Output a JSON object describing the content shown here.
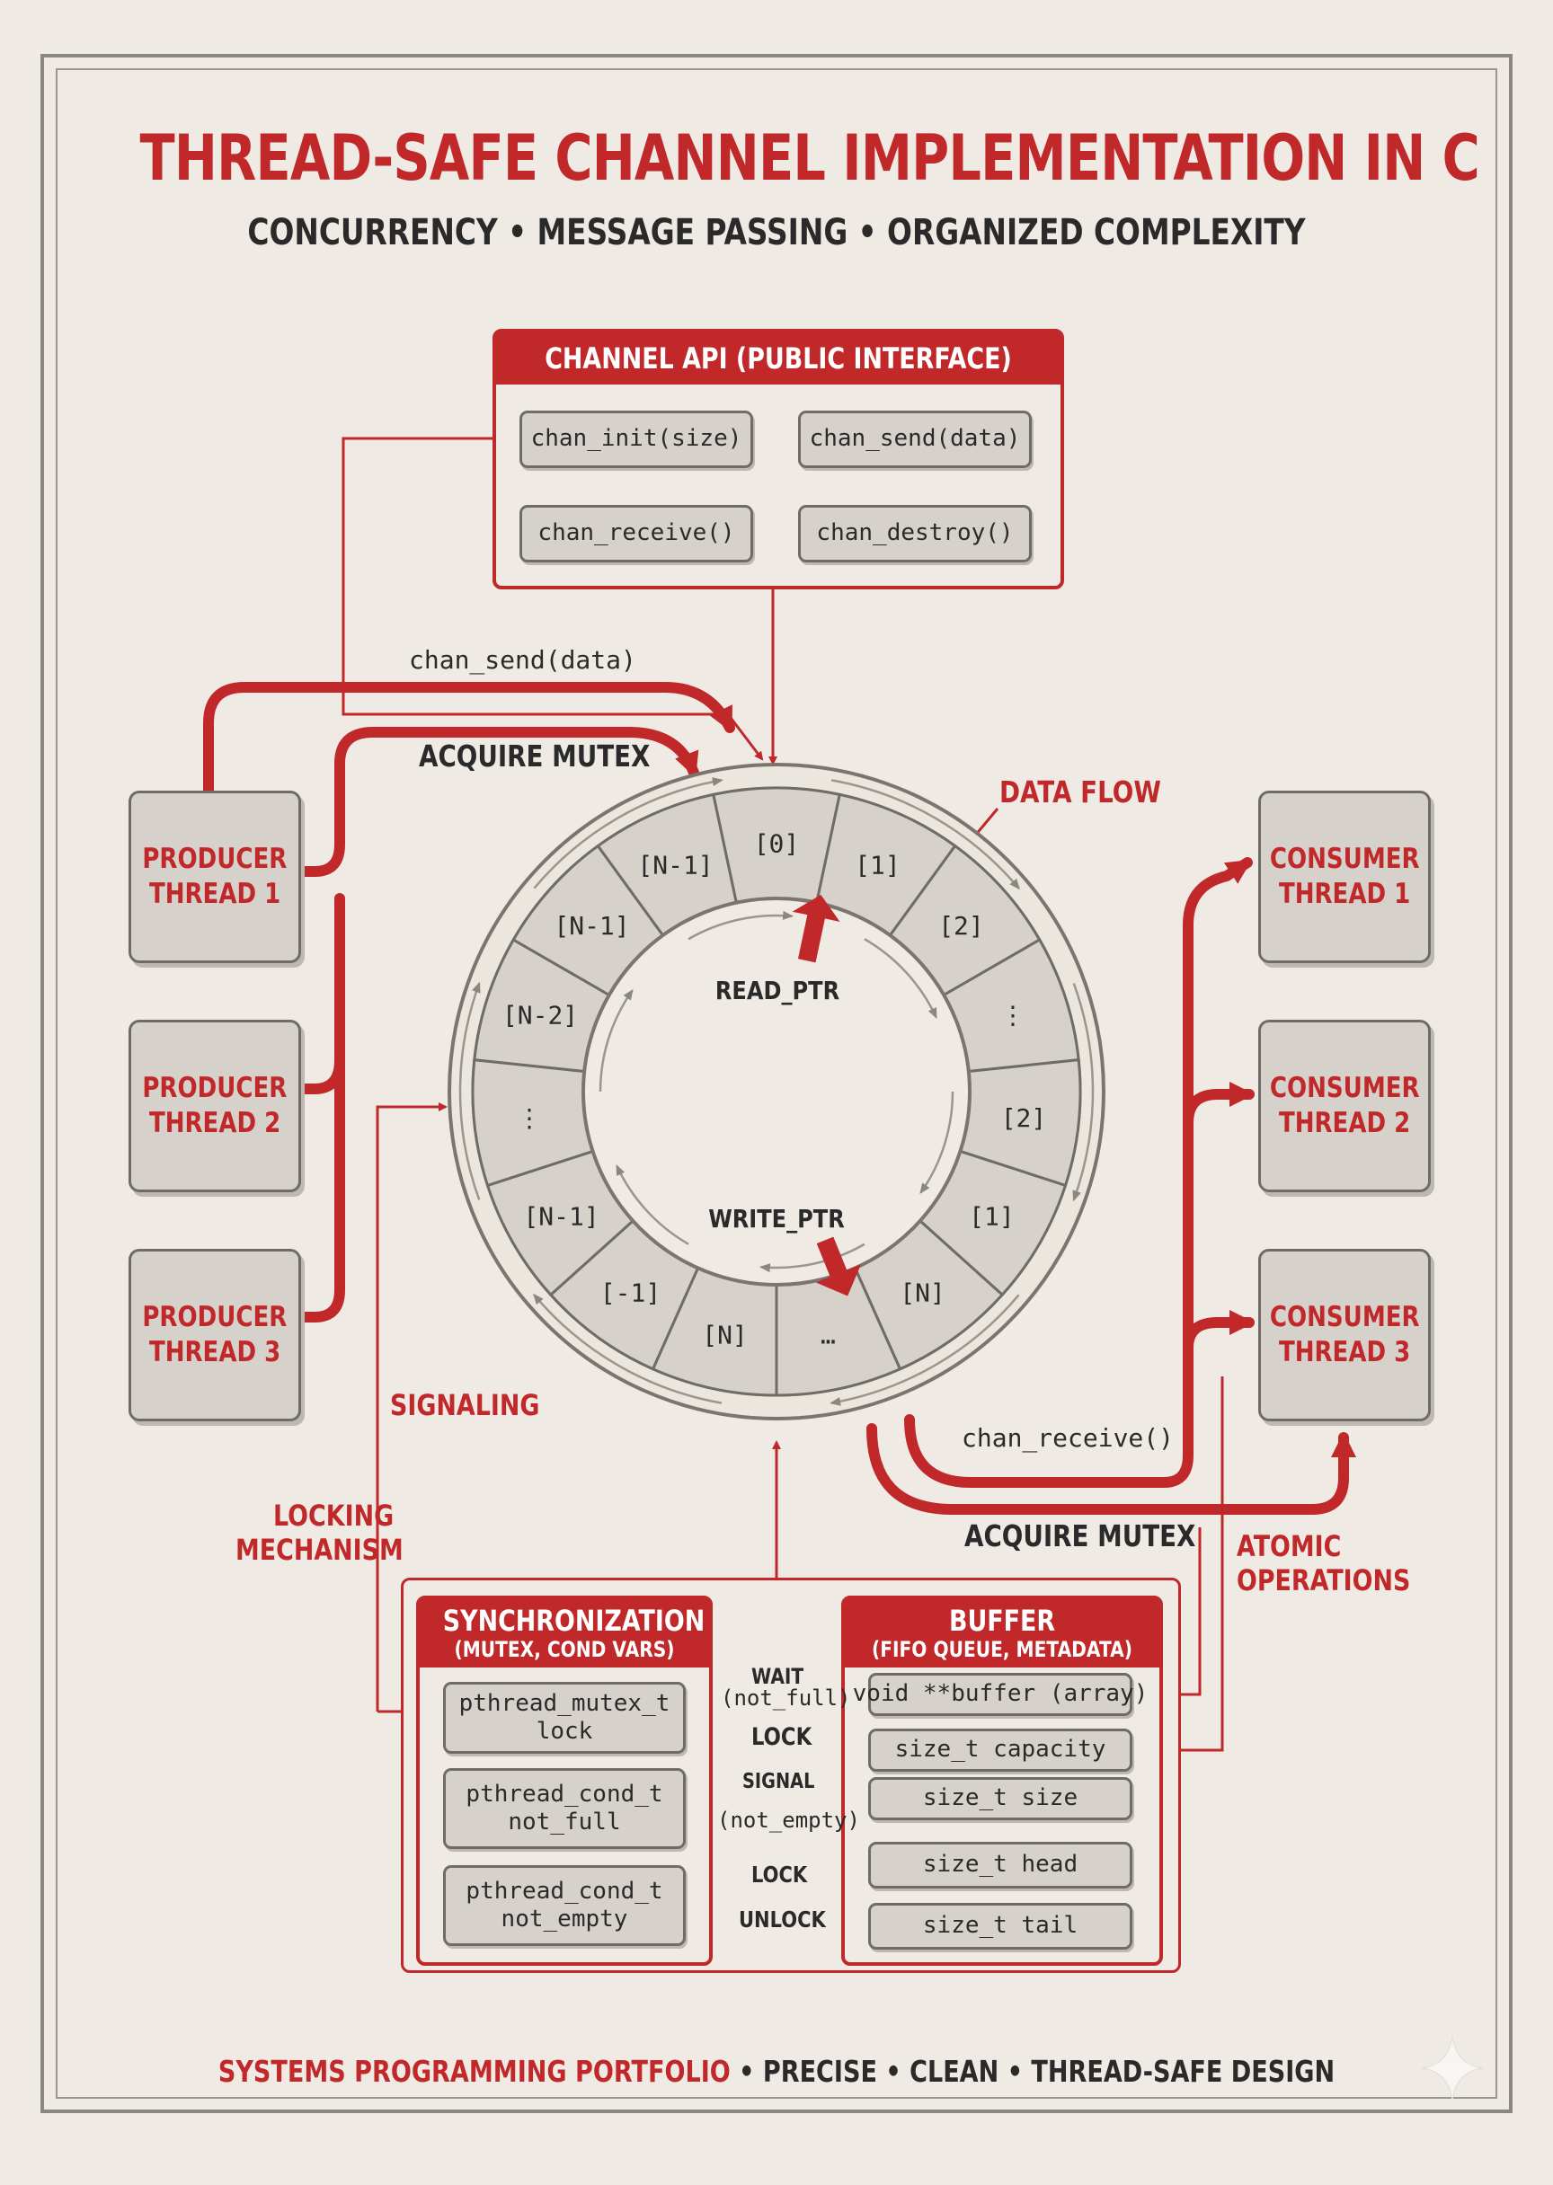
{
  "title": "THREAD-SAFE CHANNEL IMPLEMENTATION IN C",
  "subtitle": "CONCURRENCY • MESSAGE PASSING • ORGANIZED COMPLEXITY",
  "footer": {
    "part1": "SYSTEMS PROGRAMMING PORTFOLIO",
    "part2": " • PRECISE • CLEAN • THREAD-SAFE DESIGN"
  },
  "api_panel": {
    "title": "CHANNEL API (PUBLIC INTERFACE)",
    "functions": [
      "chan_init(size)",
      "chan_send(data)",
      "chan_receive()",
      "chan_destroy()"
    ]
  },
  "producers": [
    {
      "line1": "PRODUCER",
      "line2": "THREAD 1"
    },
    {
      "line1": "PRODUCER",
      "line2": "THREAD 2"
    },
    {
      "line1": "PRODUCER",
      "line2": "THREAD 3"
    }
  ],
  "consumers": [
    {
      "line1": "CONSUMER",
      "line2": "THREAD 1"
    },
    {
      "line1": "CONSUMER",
      "line2": "THREAD 2"
    },
    {
      "line1": "CONSUMER",
      "line2": "THREAD 3"
    }
  ],
  "ring": {
    "slots": [
      "[0]",
      "[1]",
      "[2]",
      "⋮",
      "[2]",
      "[1]",
      "[N]",
      "…",
      "[N]",
      "[-1]",
      "[N-1]",
      "⋮",
      "[N-2]",
      "[N-1]",
      "[N-1]"
    ],
    "read_ptr": "READ_PTR",
    "write_ptr": "WRITE_PTR"
  },
  "labels": {
    "send_call": "chan_send(data)",
    "acquire_mutex_top": "ACQUIRE MUTEX",
    "data_flow": "DATA FLOW",
    "signaling": "SIGNALING",
    "locking_mechanism_1": "LOCKING",
    "locking_mechanism_2": "MECHANISM",
    "receive_call": "chan_receive()",
    "acquire_mutex_bottom": "ACQUIRE MUTEX",
    "atomic_operations_1": "ATOMIC",
    "atomic_operations_2": "OPERATIONS"
  },
  "sync_panel": {
    "title": "SYNCHRONIZATION",
    "subtitle": "(MUTEX, COND VARS)",
    "items": [
      {
        "line1": "pthread_mutex_t",
        "line2": "lock"
      },
      {
        "line1": "pthread_cond_t",
        "line2": "not_full"
      },
      {
        "line1": "pthread_cond_t",
        "line2": "not_empty"
      }
    ]
  },
  "buffer_panel": {
    "title": "BUFFER",
    "subtitle": "(FIFO QUEUE, METADATA)",
    "items": [
      "void **buffer (array)",
      "size_t capacity",
      "size_t size",
      "size_t head",
      "size_t tail"
    ]
  },
  "sync_labels": {
    "wait": "WAIT",
    "not_full": "(not_full)",
    "lock": "LOCK",
    "signal": "SIGNAL",
    "not_empty": "(not_empty)",
    "lock2": "LOCK",
    "unlock": "UNLOCK"
  },
  "colors": {
    "accent_red": "#c0282a",
    "box_fill": "#d6d2cb",
    "box_border": "#6f6b66",
    "background": "#efebe4",
    "text_dark": "#2a2a2a"
  }
}
